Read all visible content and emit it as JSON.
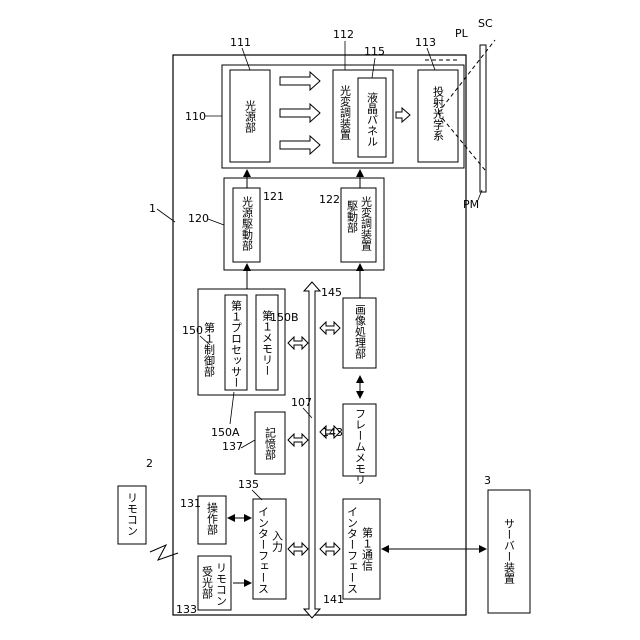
{
  "labels": {
    "light_source": "光源部",
    "light_modulator": "光変調装置",
    "liquid_crystal_panel": "液晶パネル",
    "projection_optics": "投射光学系",
    "light_source_driver": "光源駆動部",
    "light_modulator_driver_1": "光変調装置",
    "light_modulator_driver_2": "駆動部",
    "first_control": "第１制御部",
    "first_processor": "第１プロセッサー",
    "first_memory": "第１メモリー",
    "image_processing": "画像処理部",
    "frame_memory": "フレームメモリ",
    "storage": "記憶部",
    "input_interface_1": "入力",
    "input_interface_2": "インターフェース",
    "first_comm_1": "第１通信",
    "first_comm_2": "インターフェース",
    "operation": "操作部",
    "remote_receiver_1": "リモコン",
    "remote_receiver_2": "受光部",
    "remote_control": "リモコン",
    "server_device": "サーバー装置"
  },
  "refs": {
    "r1": "1",
    "r2": "2",
    "r3": "3",
    "r107": "107",
    "r110": "110",
    "r111": "111",
    "r112": "112",
    "r113": "113",
    "r115": "115",
    "r120": "120",
    "r121": "121",
    "r122": "122",
    "r131": "131",
    "r133": "133",
    "r135": "135",
    "r137": "137",
    "r141": "141",
    "r143": "143",
    "r145": "145",
    "r150": "150",
    "r150A": "150A",
    "r150B": "150B",
    "PL": "PL",
    "SC": "SC",
    "PM": "PM"
  }
}
